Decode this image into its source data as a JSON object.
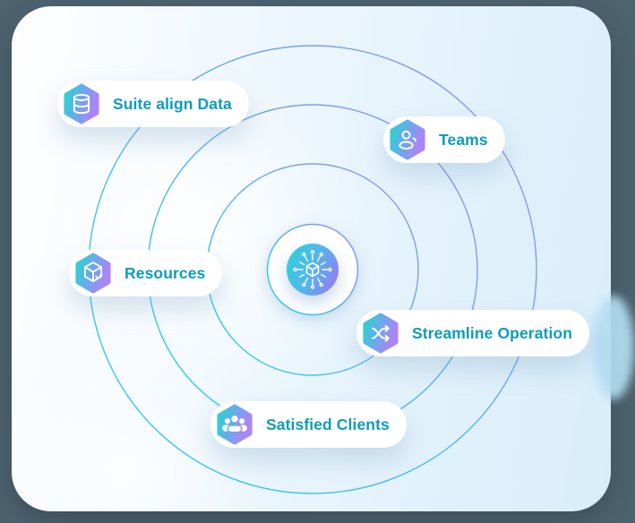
{
  "diagram": {
    "type": "concentric-orbit-diagram",
    "center": {
      "icon": "network-hub-icon"
    },
    "nodes": [
      {
        "label": "Suite align Data",
        "icon": "database-icon"
      },
      {
        "label": "Teams",
        "icon": "person-icon"
      },
      {
        "label": "Resources",
        "icon": "package-check-icon"
      },
      {
        "label": "Streamline Operation",
        "icon": "shuffle-arrows-icon"
      },
      {
        "label": "Satisfied Clients",
        "icon": "users-group-icon"
      }
    ],
    "colors": {
      "outer_background": "#4e6370",
      "card_gradient_start": "#ffffff",
      "card_gradient_end": "#d8edfa",
      "label_text": "#0d9cba",
      "hexagon_gradient_start": "#27d6cf",
      "hexagon_gradient_end": "#ab85f6",
      "ring_gradient_start": "#22d3ee",
      "ring_gradient_end": "#9f8bee",
      "badge_gradient_start": "#29d5d8",
      "badge_gradient_end": "#a26ef5"
    },
    "ring_count": 4
  }
}
